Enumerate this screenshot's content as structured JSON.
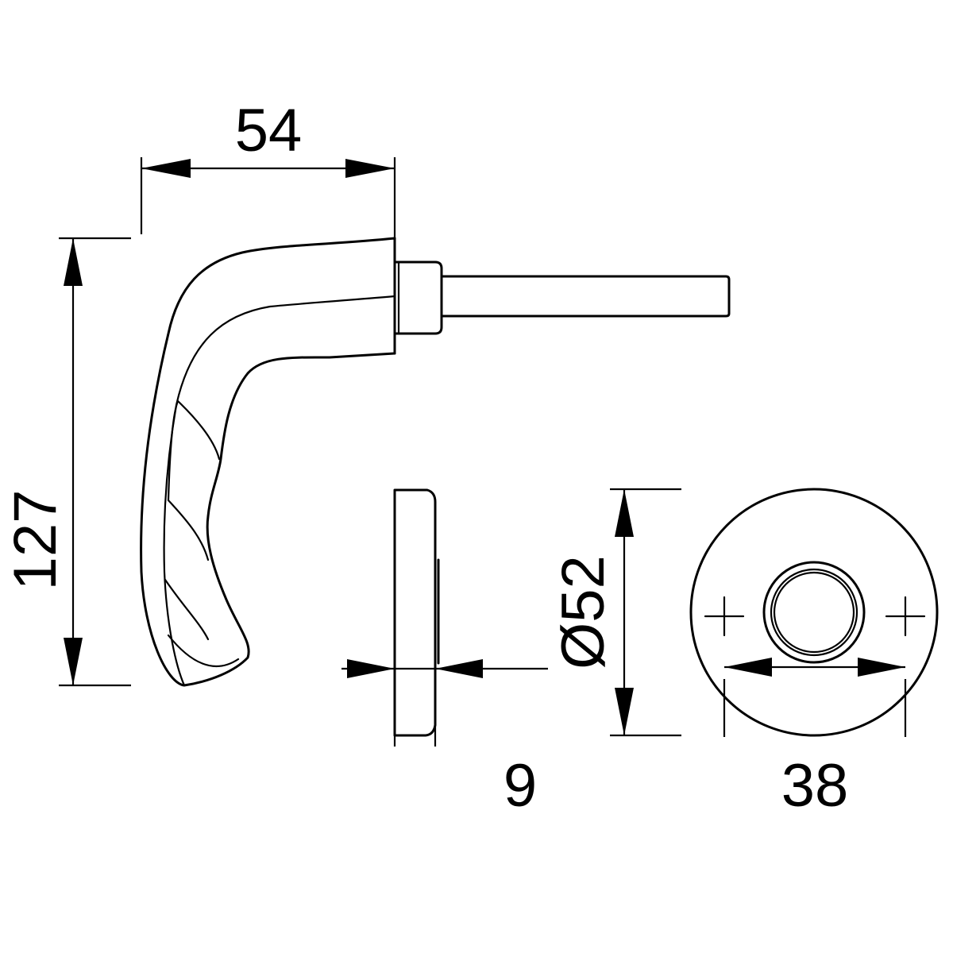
{
  "dimensions": {
    "handle_projection": "54",
    "handle_length": "127",
    "rose_thickness": "9",
    "rose_diameter": "Ø52",
    "screw_spacing": "38"
  },
  "colors": {
    "line": "#000000",
    "background": "#ffffff"
  }
}
